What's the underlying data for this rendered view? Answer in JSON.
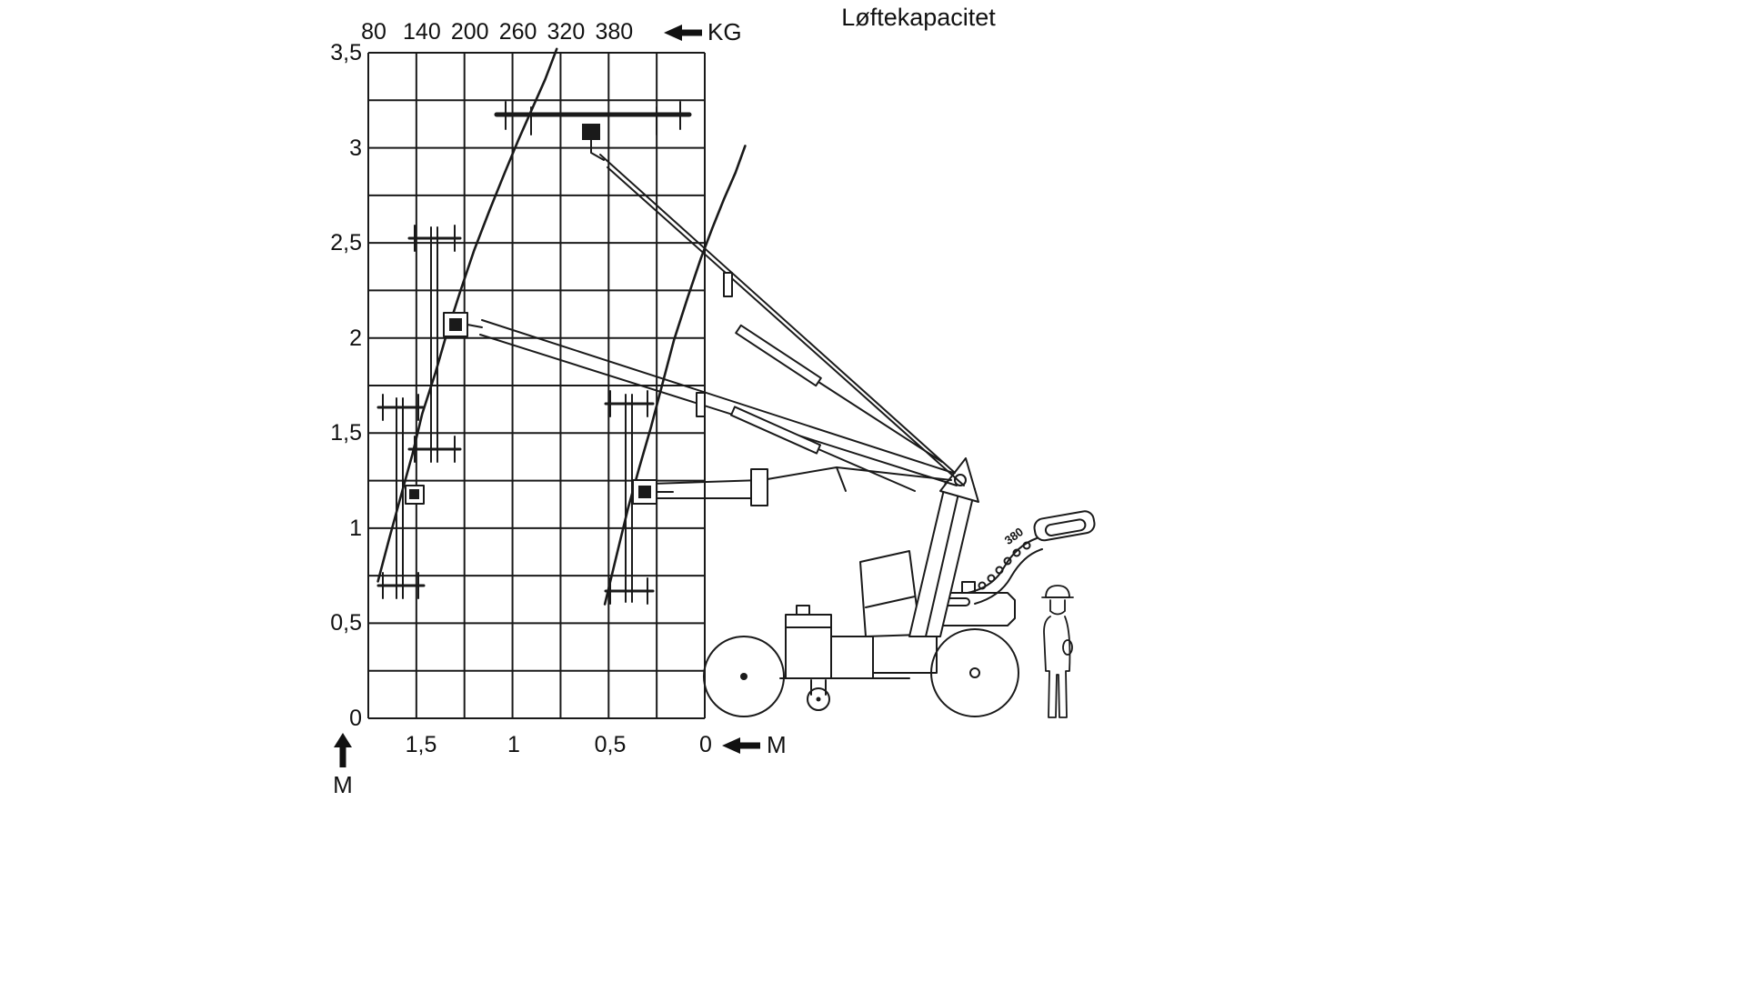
{
  "title": "Løftekapacitet",
  "axes": {
    "kg_label": "KG",
    "m_label_bottom": "M",
    "m_label_left": "M",
    "kg_ticks": [
      "80",
      "140",
      "200",
      "260",
      "320",
      "380"
    ],
    "height_ticks": [
      "3,5",
      "3",
      "2,5",
      "2",
      "1,5",
      "1",
      "0,5",
      "0"
    ],
    "reach_ticks": [
      "1,5",
      "1",
      "0,5",
      "0"
    ]
  },
  "machine": {
    "boom_label": "380"
  },
  "colors": {
    "ink": "#1a1a1a",
    "background": "#ffffff"
  },
  "chart_data": {
    "type": "line",
    "title": "Løftekapacitet",
    "top_axis": {
      "label": "KG",
      "ticks": [
        80,
        140,
        200,
        260,
        320,
        380
      ],
      "kg_per_cell": 60,
      "direction": "increases rightward"
    },
    "left_axis": {
      "label": "M",
      "meaning": "lift height",
      "range": [
        0,
        3.5
      ],
      "major_ticks": [
        3.5,
        3,
        2.5,
        2,
        1.5,
        1,
        0.5,
        0
      ],
      "minor_step": 0.25
    },
    "bottom_axis": {
      "label": "M",
      "meaning": "reach",
      "ticks": [
        1.5,
        1,
        0.5,
        0
      ],
      "direction": "increases leftward",
      "left_edge_value": 1.75
    },
    "grid": true,
    "series": [
      {
        "name": "capacity-envelope-outer",
        "points": [
          [
            1.7,
            0.72
          ],
          [
            1.64,
            0.95
          ],
          [
            1.58,
            1.17
          ],
          [
            1.52,
            1.39
          ],
          [
            1.47,
            1.6
          ],
          [
            1.4,
            1.82
          ],
          [
            1.34,
            2.03
          ],
          [
            1.27,
            2.25
          ],
          [
            1.2,
            2.46
          ],
          [
            1.12,
            2.67
          ],
          [
            1.04,
            2.87
          ],
          [
            0.97,
            3.04
          ],
          [
            0.9,
            3.2
          ],
          [
            0.83,
            3.36
          ],
          [
            0.77,
            3.52
          ]
        ]
      },
      {
        "name": "capacity-envelope-inner",
        "points": [
          [
            0.52,
            0.6
          ],
          [
            0.46,
            0.85
          ],
          [
            0.4,
            1.1
          ],
          [
            0.34,
            1.32
          ],
          [
            0.28,
            1.53
          ],
          [
            0.22,
            1.76
          ],
          [
            0.16,
            1.99
          ],
          [
            0.09,
            2.21
          ],
          [
            0.02,
            2.42
          ],
          [
            -0.04,
            2.58
          ],
          [
            -0.1,
            2.73
          ],
          [
            -0.16,
            2.87
          ],
          [
            -0.21,
            3.01
          ]
        ]
      }
    ]
  }
}
